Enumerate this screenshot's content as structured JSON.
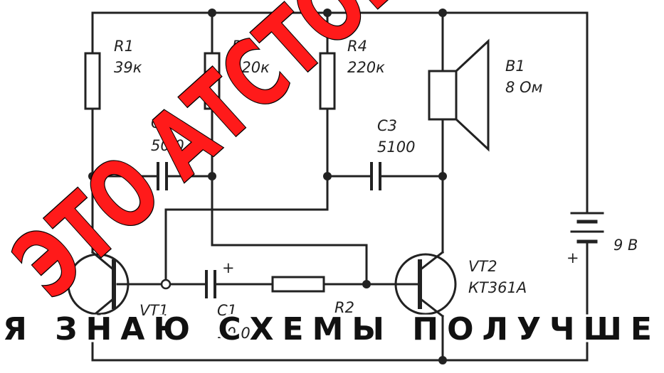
{
  "schematic": {
    "labels": {
      "r1_name": "R1",
      "r1_value": "39к",
      "r3_name": "R3",
      "r3_value": "220к",
      "r4_name": "R4",
      "r4_value": "220к",
      "b1_name": "B1",
      "b1_value": "8 Ом",
      "c2_name": "C2",
      "c2_value": "50,0",
      "c2_plus": "+",
      "c3_name": "C3",
      "c3_value": "5100",
      "battery_value": "9 В",
      "battery_plus": "+",
      "c1_name": "C1",
      "c1_value": "10,0",
      "c1_plus": "+",
      "r2_name": "R2",
      "vt1_name": "VT1",
      "vt2_name": "VT2",
      "vt2_type": "КТ361А"
    }
  },
  "overlay": {
    "stamp_text": "ЭТО АТСТОЙ",
    "stamp_color": "#ff1a1a",
    "caption": "Я ЗНАЮ СХЕМЫ ПОЛУЧШЕ"
  }
}
